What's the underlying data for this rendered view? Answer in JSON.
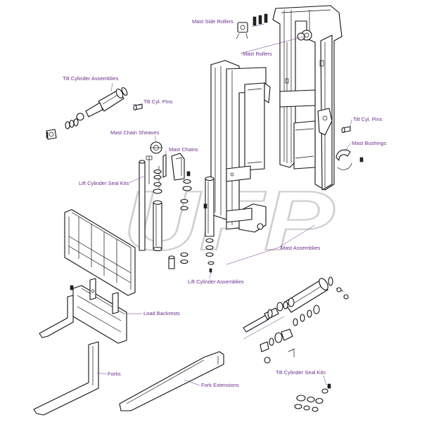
{
  "watermark": "UFP",
  "labels": {
    "mast_side_rollers": "Mast Side Rollers",
    "mast_rollers": "Mast Rollers",
    "tilt_cylinder_assemblies": "Tilt Cylinder Assemblies",
    "tilt_cyl_pins_left": "Tilt Cyl. Pins",
    "tilt_cyl_pins_right": "Tilt Cyl. Pins",
    "mast_chain_sheaves": "Mast Chain Sheaves",
    "mast_chains": "Mast Chains",
    "mast_bushings": "Mast Bushings",
    "lift_cylinder_seal_kits": "Lift Cylinder Seal Kits",
    "mast_assemblies": "Mast Assemblies",
    "lift_cylinder_assemblies": "Lift Cylinder Assemblies",
    "load_backrests": "Load Backrests",
    "forks": "Forks",
    "fork_extensions": "Fork Extensions",
    "tilt_cylinder_seal_kits": "Tilt Cylinder Seal Kits"
  },
  "colors": {
    "label": "#6b2f8f",
    "line_art": "#111111",
    "watermark": "#cfcfcf"
  }
}
